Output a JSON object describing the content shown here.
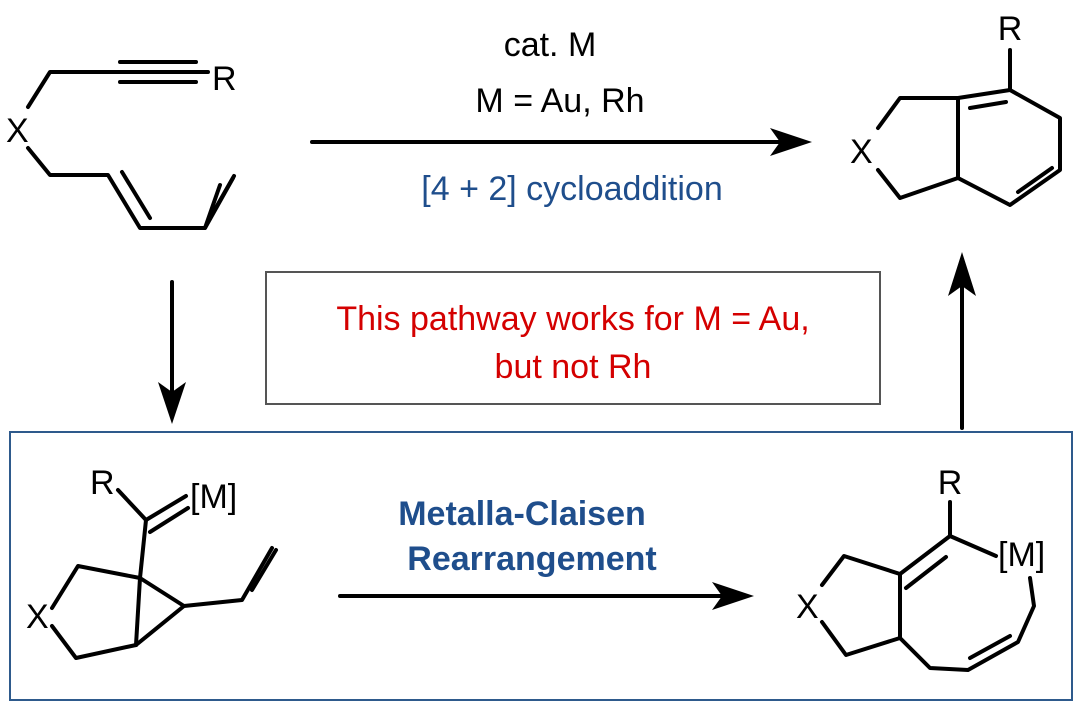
{
  "top_reaction": {
    "condition_line1": "cat. M",
    "condition_line2": "M = Au, Rh",
    "reaction_type": "[4 + 2] cycloaddition"
  },
  "note_box": {
    "line1": "This pathway works for M = Au,",
    "line2": "but not Rh"
  },
  "bottom_reaction": {
    "name_line1": "Metalla-Claisen",
    "name_line2": "Rearrangement"
  },
  "atoms": {
    "R": "R",
    "X": "X",
    "M": "[M]"
  },
  "colors": {
    "blue_text": "#1f4e8c",
    "red_text": "#d40000",
    "box_border_blue": "#2e5a8c",
    "box_border_gray": "#555555"
  }
}
